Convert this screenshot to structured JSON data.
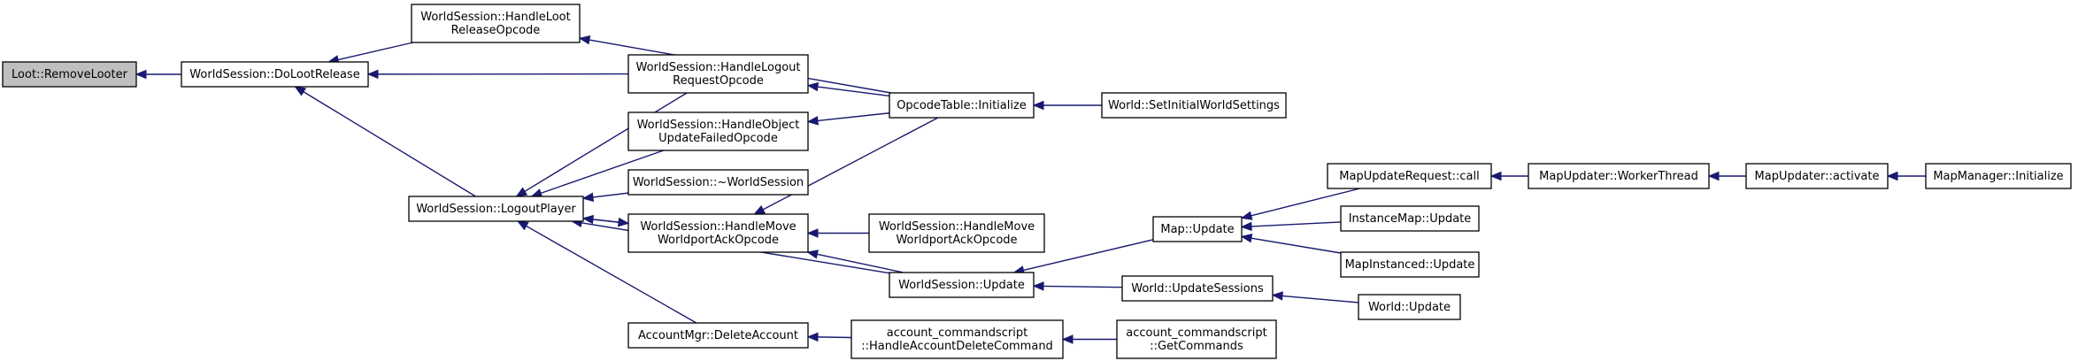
{
  "colors": {
    "edge": "#191970",
    "root_fill": "#bfbfbf",
    "node_fill": "#ffffff",
    "node_border": "#000000"
  },
  "nodes": [
    {
      "id": "loot_removelooter",
      "lines": [
        "Loot::RemoveLooter"
      ],
      "root": true
    },
    {
      "id": "dolootrelease",
      "lines": [
        "WorldSession::DoLootRelease"
      ]
    },
    {
      "id": "handlelootrelease",
      "lines": [
        "WorldSession::HandleLoot",
        "ReleaseOpcode"
      ]
    },
    {
      "id": "handlelogout",
      "lines": [
        "WorldSession::HandleLogout",
        "RequestOpcode"
      ]
    },
    {
      "id": "handleobjectupdate",
      "lines": [
        "WorldSession::HandleObject",
        "UpdateFailedOpcode"
      ]
    },
    {
      "id": "dtor",
      "lines": [
        "WorldSession::~WorldSession"
      ]
    },
    {
      "id": "logoutplayer",
      "lines": [
        "WorldSession::LogoutPlayer"
      ]
    },
    {
      "id": "handlemove1",
      "lines": [
        "WorldSession::HandleMove",
        "WorldportAckOpcode"
      ]
    },
    {
      "id": "handlemove2",
      "lines": [
        "WorldSession::HandleMove",
        "WorldportAckOpcode"
      ]
    },
    {
      "id": "ws_update",
      "lines": [
        "WorldSession::Update"
      ]
    },
    {
      "id": "deleteaccount",
      "lines": [
        "AccountMgr::DeleteAccount"
      ]
    },
    {
      "id": "acct_handledelete",
      "lines": [
        "account_commandscript",
        "::HandleAccountDeleteCommand"
      ]
    },
    {
      "id": "acct_getcommands",
      "lines": [
        "account_commandscript",
        "::GetCommands"
      ]
    },
    {
      "id": "opcodetable",
      "lines": [
        "OpcodeTable::Initialize"
      ]
    },
    {
      "id": "setinitial",
      "lines": [
        "World::SetInitialWorldSettings"
      ]
    },
    {
      "id": "map_update",
      "lines": [
        "Map::Update"
      ]
    },
    {
      "id": "updatesessions",
      "lines": [
        "World::UpdateSessions"
      ]
    },
    {
      "id": "world_update",
      "lines": [
        "World::Update"
      ]
    },
    {
      "id": "mapupdaterequest",
      "lines": [
        "MapUpdateRequest::call"
      ]
    },
    {
      "id": "instancemap",
      "lines": [
        "InstanceMap::Update"
      ]
    },
    {
      "id": "mapinstanced",
      "lines": [
        "MapInstanced::Update"
      ]
    },
    {
      "id": "workerthread",
      "lines": [
        "MapUpdater::WorkerThread"
      ]
    },
    {
      "id": "activate",
      "lines": [
        "MapUpdater::activate"
      ]
    },
    {
      "id": "mapmanager",
      "lines": [
        "MapManager::Initialize"
      ]
    }
  ],
  "edges": [
    {
      "from": "dolootrelease",
      "to": "loot_removelooter"
    },
    {
      "from": "handlelootrelease",
      "to": "dolootrelease"
    },
    {
      "from": "handlelogout",
      "to": "dolootrelease"
    },
    {
      "from": "logoutplayer",
      "to": "dolootrelease"
    },
    {
      "from": "opcodetable",
      "to": "handlelootrelease"
    },
    {
      "from": "opcodetable",
      "to": "handlelogout"
    },
    {
      "from": "opcodetable",
      "to": "handleobjectupdate"
    },
    {
      "from": "opcodetable",
      "to": "handlemove1"
    },
    {
      "from": "setinitial",
      "to": "opcodetable"
    },
    {
      "from": "handlelogout",
      "to": "logoutplayer"
    },
    {
      "from": "handleobjectupdate",
      "to": "logoutplayer"
    },
    {
      "from": "dtor",
      "to": "logoutplayer"
    },
    {
      "from": "handlemove1",
      "to": "logoutplayer"
    },
    {
      "from": "ws_update",
      "to": "logoutplayer"
    },
    {
      "from": "deleteaccount",
      "to": "logoutplayer"
    },
    {
      "from": "logoutplayer",
      "to": "handlemove1"
    },
    {
      "from": "handlemove2",
      "to": "handlemove1"
    },
    {
      "from": "ws_update",
      "to": "handlemove1"
    },
    {
      "from": "map_update",
      "to": "ws_update"
    },
    {
      "from": "updatesessions",
      "to": "ws_update"
    },
    {
      "from": "world_update",
      "to": "updatesessions"
    },
    {
      "from": "acct_handledelete",
      "to": "deleteaccount"
    },
    {
      "from": "acct_getcommands",
      "to": "acct_handledelete"
    },
    {
      "from": "mapupdaterequest",
      "to": "map_update"
    },
    {
      "from": "instancemap",
      "to": "map_update"
    },
    {
      "from": "mapinstanced",
      "to": "map_update"
    },
    {
      "from": "workerthread",
      "to": "mapupdaterequest"
    },
    {
      "from": "activate",
      "to": "workerthread"
    },
    {
      "from": "mapmanager",
      "to": "activate"
    }
  ]
}
